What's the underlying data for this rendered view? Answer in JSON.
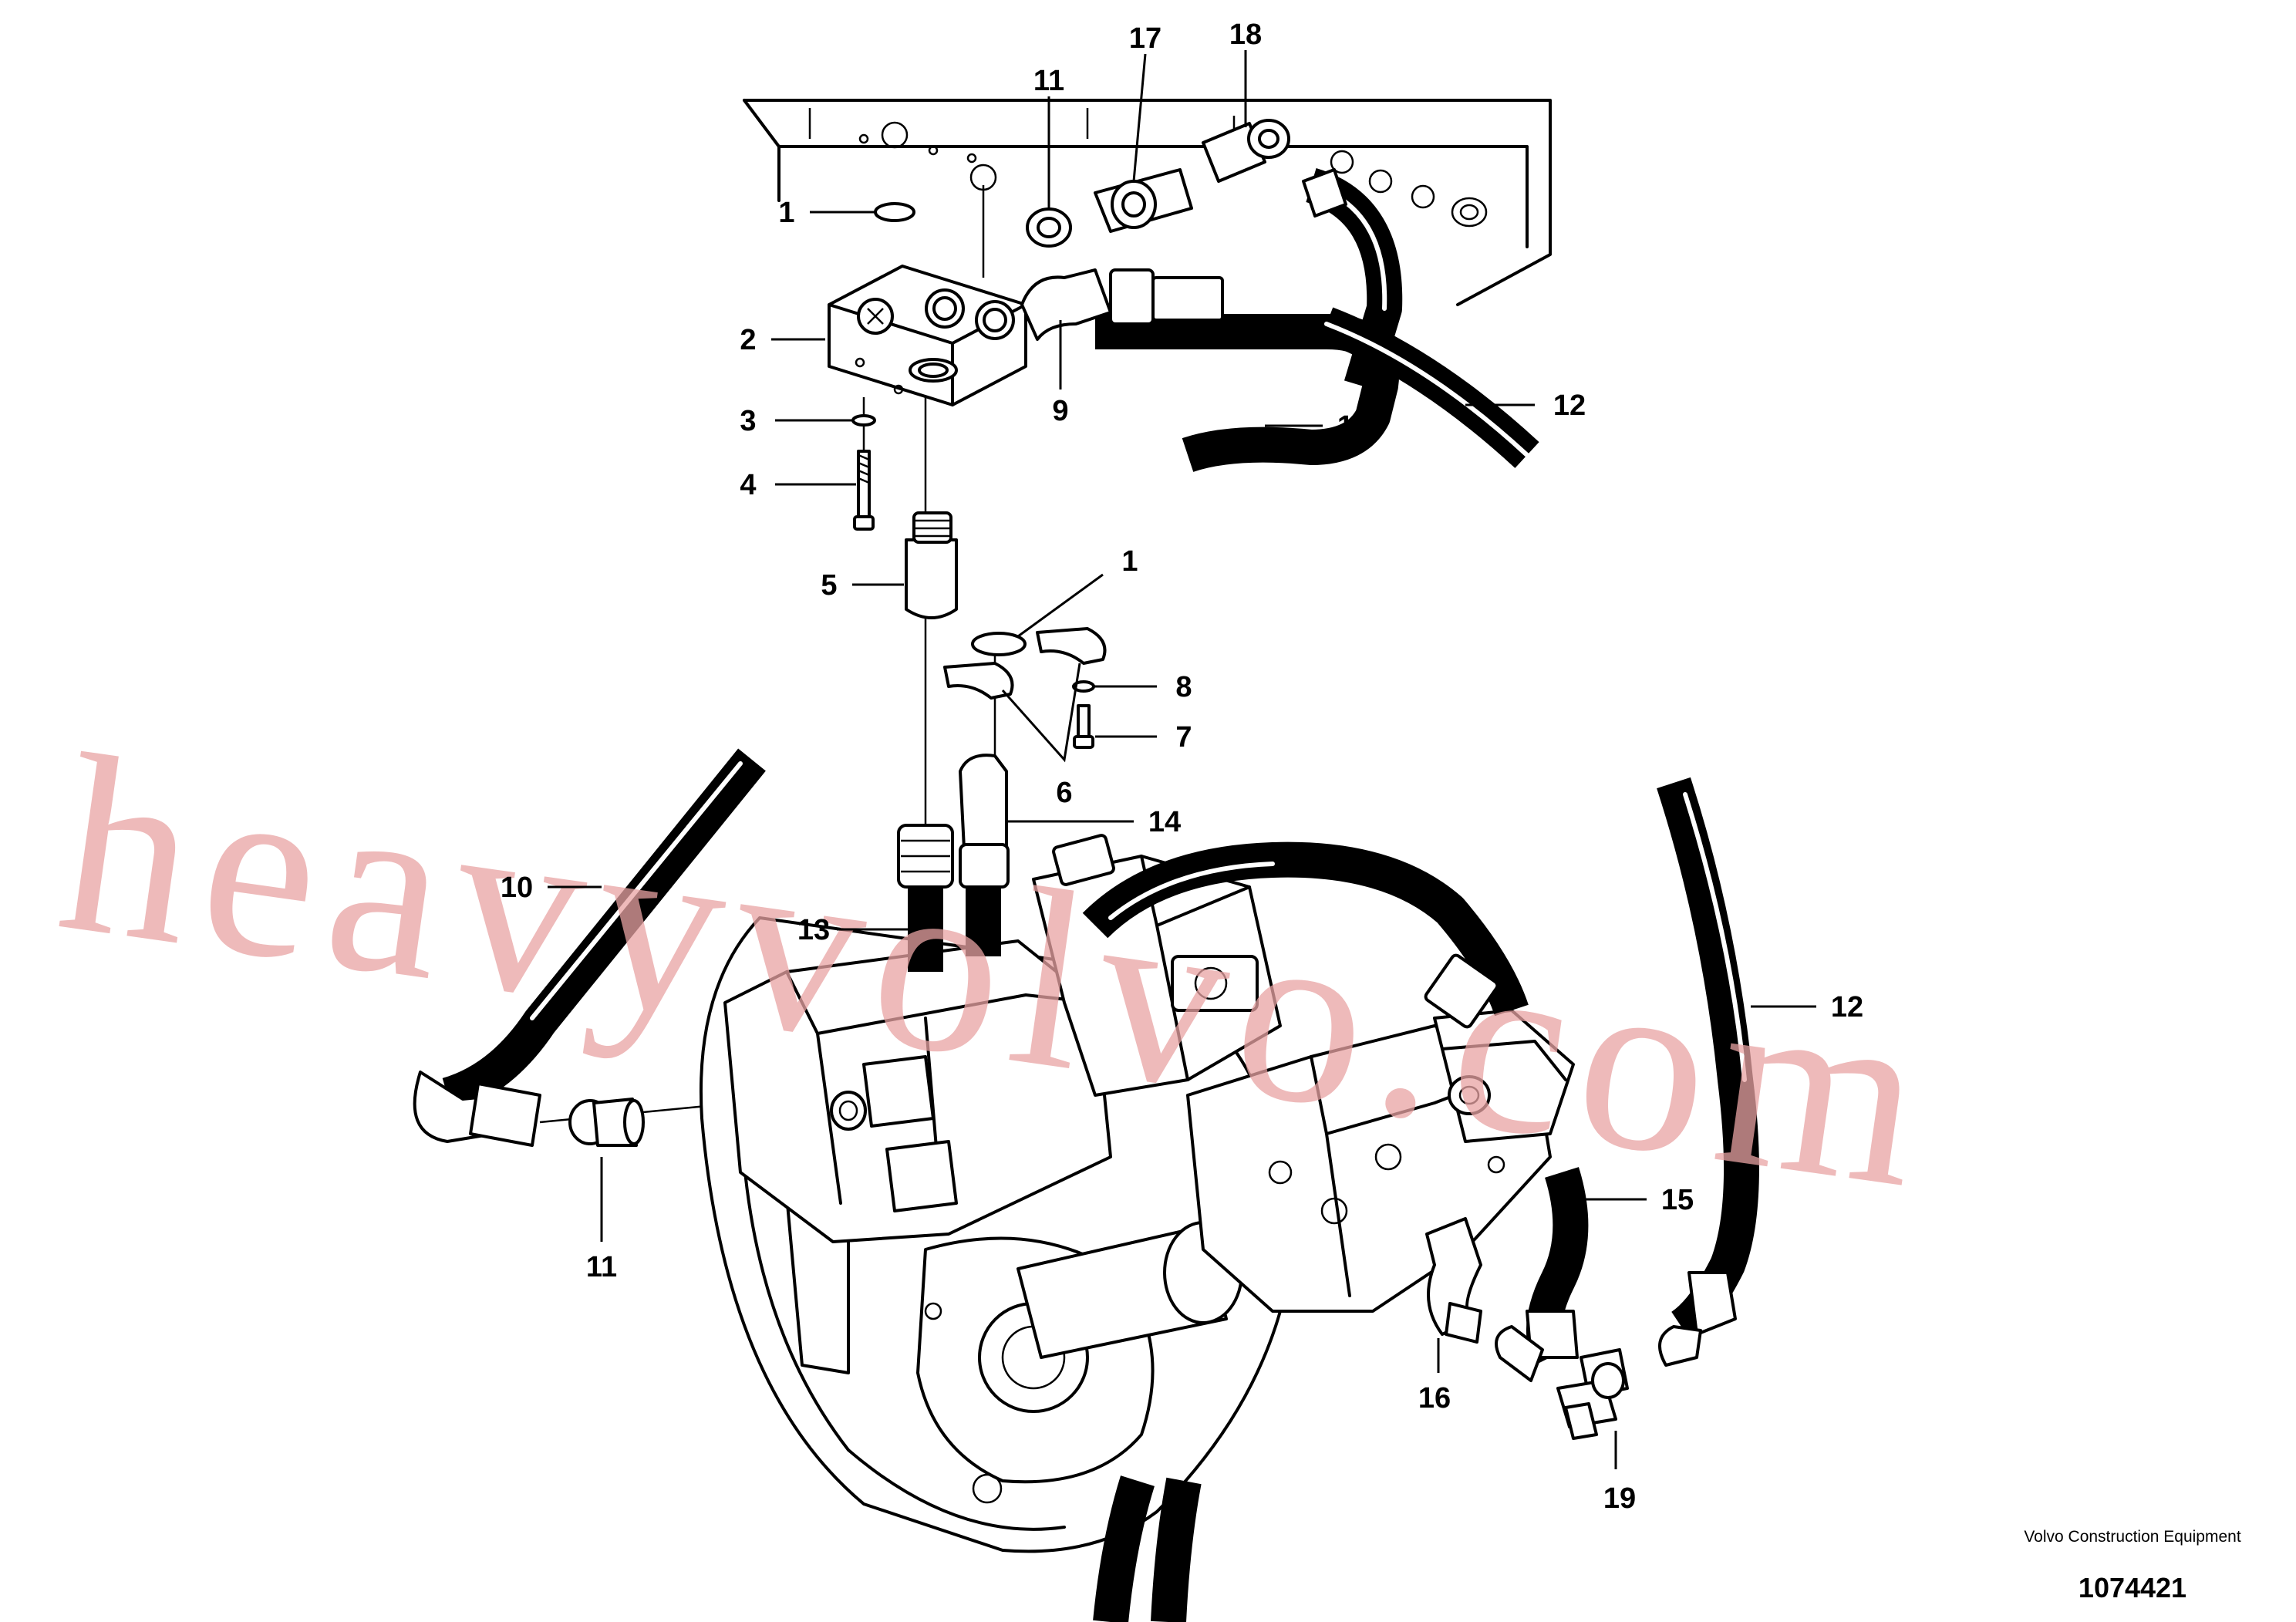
{
  "manufacturer": "Volvo Construction Equipment",
  "drawing_number": "1074421",
  "watermark": "heavyvolvo.com",
  "callouts": [
    "1",
    "2",
    "3",
    "4",
    "5",
    "1",
    "8",
    "7",
    "6",
    "14",
    "17",
    "18",
    "11",
    "9",
    "10",
    "12",
    "10",
    "13",
    "12",
    "15",
    "11",
    "16",
    "19"
  ]
}
